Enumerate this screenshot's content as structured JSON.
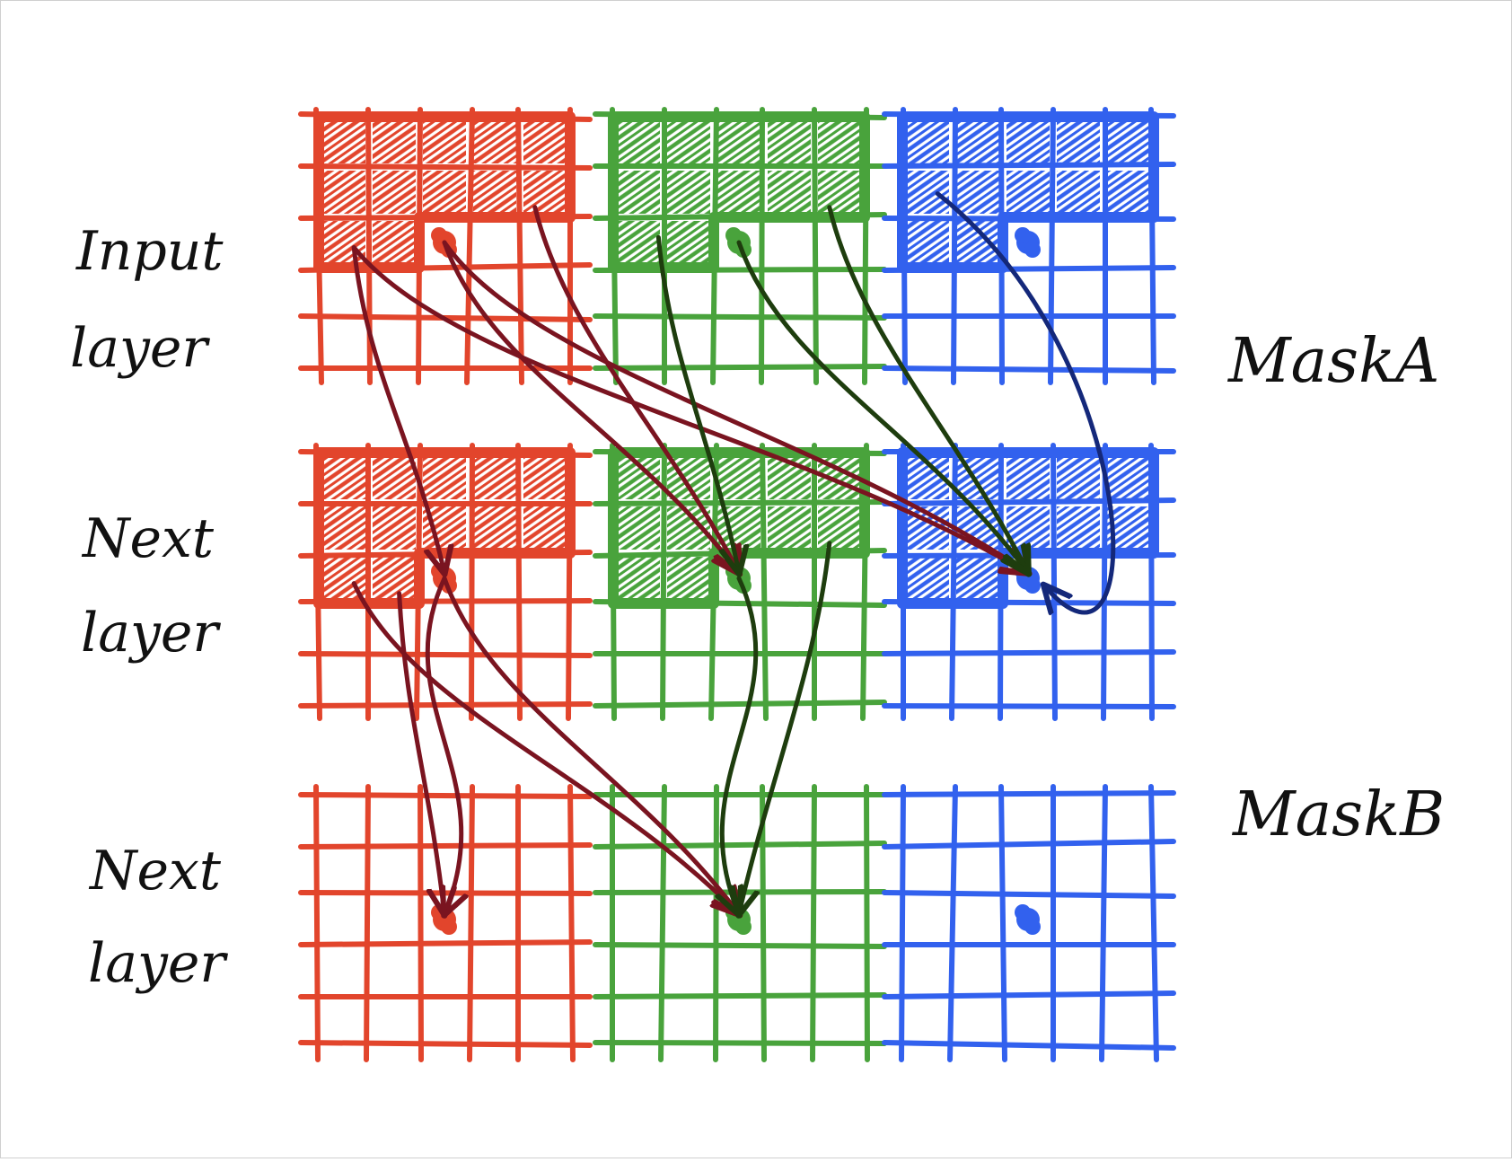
{
  "labels": {
    "row1": [
      "Input",
      "layer"
    ],
    "row2": [
      "Next",
      "layer"
    ],
    "row3": [
      "Next",
      "layer"
    ],
    "mask_a": "MaskA",
    "mask_b": "MaskB"
  },
  "colors": {
    "red": "#e2452c",
    "green": "#49a33c",
    "blue": "#3261ee",
    "arrow_red": "#7a1420",
    "arrow_green": "#1e3d0e",
    "arrow_blue": "#14287a",
    "ink": "#111111"
  },
  "grid": {
    "size": 5,
    "center_cell": [
      2,
      2
    ],
    "channels": [
      "red",
      "green",
      "blue"
    ],
    "rows": [
      {
        "layer": "input",
        "mask": "A",
        "hatched_channels": [
          "red",
          "green",
          "blue"
        ],
        "center_hatched": [
          false,
          false,
          false
        ]
      },
      {
        "layer": "next",
        "mask": "A",
        "hatched_channels": [
          "red",
          "green",
          "blue"
        ],
        "center_hatched": [
          false,
          false,
          false
        ]
      },
      {
        "layer": "next",
        "mask": "B",
        "hatched_channels": [],
        "center_hatched": [
          false,
          false,
          false
        ]
      }
    ]
  },
  "connections": [
    {
      "color": "arrow_red",
      "from": [
        0,
        "red",
        "hatch"
      ],
      "to": [
        1,
        "red",
        "center"
      ]
    },
    {
      "color": "arrow_red",
      "from": [
        0,
        "red",
        "center"
      ],
      "to": [
        1,
        "green",
        "center"
      ]
    },
    {
      "color": "arrow_red",
      "from": [
        0,
        "red",
        "hatch"
      ],
      "to": [
        1,
        "green",
        "center"
      ]
    },
    {
      "color": "arrow_red",
      "from": [
        0,
        "red",
        "center"
      ],
      "to": [
        1,
        "blue",
        "center"
      ]
    },
    {
      "color": "arrow_red",
      "from": [
        0,
        "red",
        "hatch"
      ],
      "to": [
        1,
        "blue",
        "center"
      ]
    },
    {
      "color": "arrow_green",
      "from": [
        0,
        "green",
        "center"
      ],
      "to": [
        1,
        "blue",
        "center"
      ]
    },
    {
      "color": "arrow_green",
      "from": [
        0,
        "green",
        "hatch"
      ],
      "to": [
        1,
        "blue",
        "center"
      ]
    },
    {
      "color": "arrow_green",
      "from": [
        0,
        "green",
        "hatch"
      ],
      "to": [
        1,
        "green",
        "center"
      ]
    },
    {
      "color": "arrow_blue",
      "from": [
        0,
        "blue",
        "hatch"
      ],
      "to": [
        1,
        "blue",
        "center"
      ]
    },
    {
      "color": "arrow_red",
      "from": [
        1,
        "red",
        "hatch"
      ],
      "to": [
        2,
        "red",
        "center"
      ]
    },
    {
      "color": "arrow_red",
      "from": [
        1,
        "red",
        "center"
      ],
      "to": [
        2,
        "red",
        "center"
      ]
    },
    {
      "color": "arrow_red",
      "from": [
        1,
        "red",
        "center"
      ],
      "to": [
        2,
        "green",
        "center"
      ]
    },
    {
      "color": "arrow_red",
      "from": [
        1,
        "red",
        "hatch"
      ],
      "to": [
        2,
        "green",
        "center"
      ]
    },
    {
      "color": "arrow_green",
      "from": [
        1,
        "green",
        "center"
      ],
      "to": [
        2,
        "green",
        "center"
      ]
    },
    {
      "color": "arrow_green",
      "from": [
        1,
        "green",
        "hatch"
      ],
      "to": [
        2,
        "green",
        "center"
      ]
    }
  ]
}
